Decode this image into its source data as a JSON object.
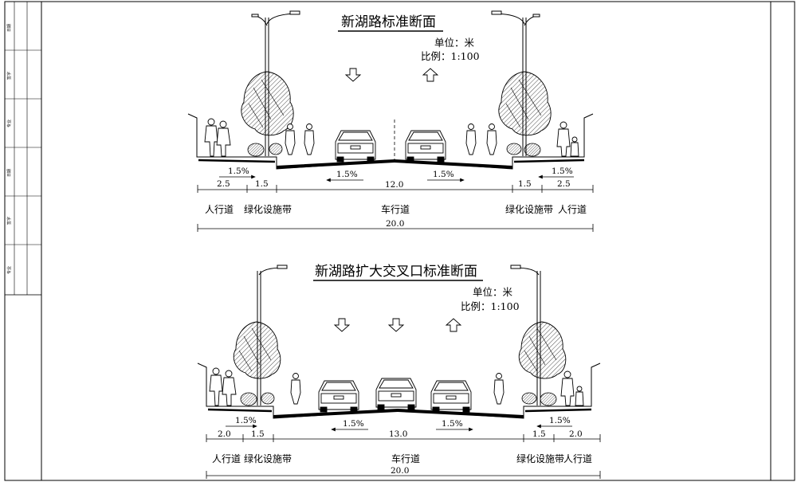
{
  "sheet_margin_labels": [
    "日期",
    "签字",
    "专业",
    "日期",
    "签字",
    "专业"
  ],
  "sections": [
    {
      "id": "standard",
      "title": "新湖路标准断面",
      "unit_label": "单位：米",
      "scale_label": "比例：1:100",
      "lanes": [
        {
          "label": "人行道",
          "width": "2.5",
          "slope": "1.5%"
        },
        {
          "label": "绿化设施带",
          "width": "1.5"
        },
        {
          "label": "车行道",
          "width": "12.0",
          "slopes": [
            "1.5%",
            "1.5%"
          ]
        },
        {
          "label": "绿化设施带",
          "width": "1.5"
        },
        {
          "label": "人行道",
          "width": "2.5",
          "slope": "1.5%"
        }
      ],
      "total_width": "20.0",
      "traffic_arrows": [
        "down",
        "up"
      ],
      "cars": 2
    },
    {
      "id": "intersection",
      "title": "新湖路扩大交叉口标准断面",
      "unit_label": "单位：米",
      "scale_label": "比例：1:100",
      "lanes": [
        {
          "label": "人行道",
          "width": "2.0",
          "slope": "1.5%"
        },
        {
          "label": "绿化设施带",
          "width": "1.5"
        },
        {
          "label": "车行道",
          "width": "13.0",
          "slopes": [
            "1.5%",
            "1.5%"
          ]
        },
        {
          "label": "绿化设施带",
          "width": "1.5"
        },
        {
          "label": "人行道",
          "width": "2.0",
          "slope": "1.5%"
        }
      ],
      "total_width": "20.0",
      "traffic_arrows": [
        "down",
        "down",
        "up"
      ],
      "cars": 3
    }
  ],
  "icons": [
    "street-lamp-icon",
    "tree-icon",
    "shrub-icon",
    "pedestrian-icon",
    "cyclist-icon",
    "car-icon",
    "arrow-up-icon",
    "arrow-down-icon"
  ]
}
